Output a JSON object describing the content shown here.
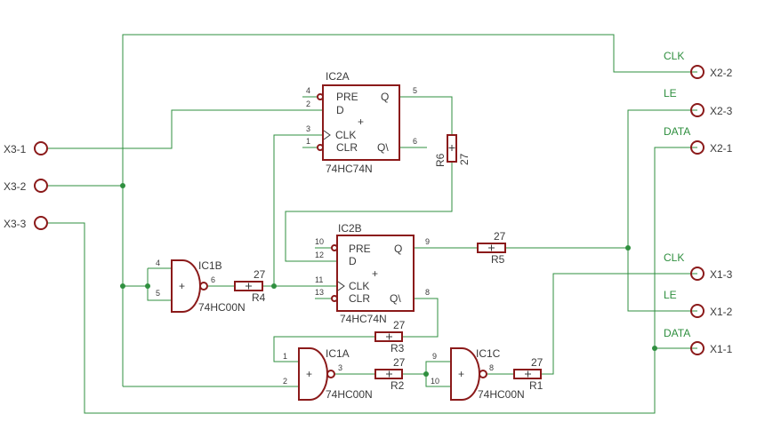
{
  "connectors": {
    "x3_1": "X3-1",
    "x3_2": "X3-2",
    "x3_3": "X3-3",
    "x2_2": "X2-2",
    "x2_3": "X2-3",
    "x2_1": "X2-1",
    "x1_3": "X1-3",
    "x1_2": "X1-2",
    "x1_1": "X1-1"
  },
  "nets": {
    "clk_top": "CLK",
    "le_top": "LE",
    "data_top": "DATA",
    "clk_bottom": "CLK",
    "le_bottom": "LE",
    "data_bottom": "DATA"
  },
  "ic2a": {
    "name": "IC2A",
    "value": "74HC74N",
    "pre": "PRE",
    "d": "D",
    "clk": "CLK",
    "clr": "CLR",
    "q": "Q",
    "qn": "Q\\",
    "plus": "+",
    "pins": {
      "pre": "4",
      "d": "2",
      "clk": "3",
      "clr": "1",
      "q": "5",
      "qn": "6"
    }
  },
  "ic2b": {
    "name": "IC2B",
    "value": "74HC74N",
    "pre": "PRE",
    "d": "D",
    "clk": "CLK",
    "clr": "CLR",
    "q": "Q",
    "qn": "Q\\",
    "plus": "+",
    "pins": {
      "pre": "10",
      "d": "12",
      "clk": "11",
      "clr": "13",
      "q": "9",
      "qn": "8"
    }
  },
  "ic1b": {
    "name": "IC1B",
    "value": "74HC00N",
    "plus": "+",
    "pins": {
      "a": "4",
      "b": "5",
      "y": "6"
    }
  },
  "ic1a": {
    "name": "IC1A",
    "value": "74HC00N",
    "plus": "+",
    "pins": {
      "a": "1",
      "b": "2",
      "y": "3"
    }
  },
  "ic1c": {
    "name": "IC1C",
    "value": "74HC00N",
    "plus": "+",
    "pins": {
      "a": "9",
      "b": "10",
      "y": "8"
    }
  },
  "resistors": {
    "r1": {
      "name": "R1",
      "value": "27"
    },
    "r2": {
      "name": "R2",
      "value": "27"
    },
    "r3": {
      "name": "R3",
      "value": "27"
    },
    "r4": {
      "name": "R4",
      "value": "27"
    },
    "r5": {
      "name": "R5",
      "value": "27"
    },
    "r6": {
      "name": "R6",
      "value": "27"
    }
  },
  "colors": {
    "wire": "#2f8f3f",
    "part": "#8b1a1a",
    "text": "#3a3a3a"
  }
}
